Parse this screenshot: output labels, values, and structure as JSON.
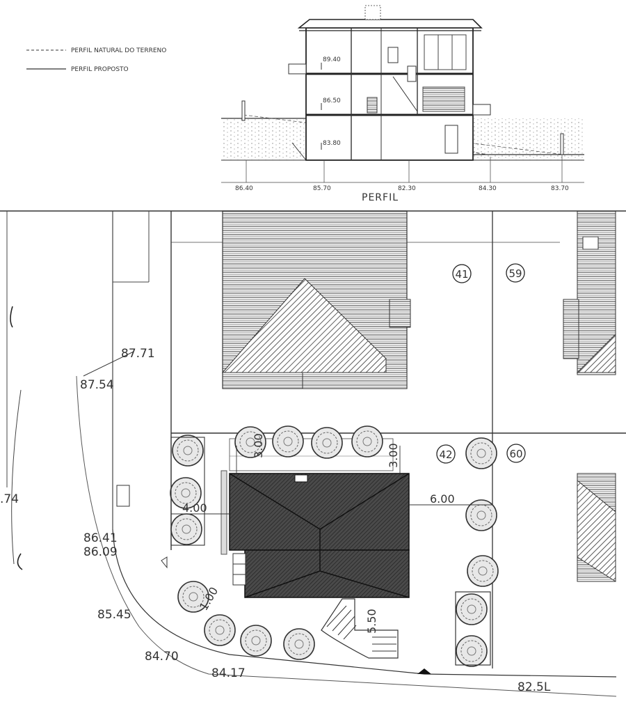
{
  "legend": {
    "natural": "PERFIL NATURAL DO TERRENO",
    "proposed": "PERFIL PROPOSTO"
  },
  "profile": {
    "title": "PERFIL",
    "heights": [
      "89.40",
      "86.50",
      "83.80"
    ],
    "ground_levels": [
      "86.40",
      "85.70",
      "82.30",
      "84.30",
      "83.70"
    ]
  },
  "lots": [
    "41",
    "59",
    "42",
    "60"
  ],
  "site": {
    "levels": [
      "87.71",
      "87.54",
      "86.41",
      "86.09",
      "85.45",
      "84.70",
      "84.17",
      "82.5L",
      ".74"
    ],
    "dims": [
      "3.00",
      "3.00",
      "4.00",
      "6.00",
      "1.00",
      "5.50"
    ]
  }
}
